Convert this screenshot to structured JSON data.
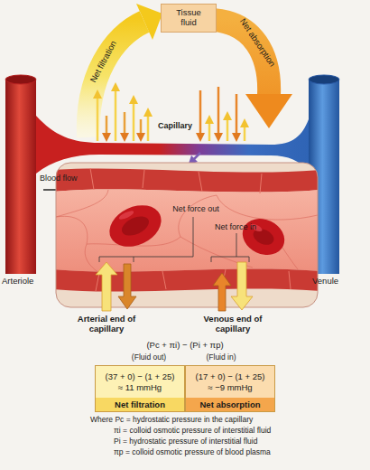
{
  "diagram": {
    "nodes": [
      {
        "text": [
          "Tissue fluid"
        ]
      },
      {
        "text": [
          "(37 + 0) − (1 + 25) ≈ 11 mmHg",
          "Net filtration"
        ]
      },
      {
        "text": [
          "(17 + 0) − (1 + 25) ≈ −9 mmHg",
          "Net absorption"
        ]
      }
    ],
    "labels": [
      "Net filtration",
      "Net absorption",
      "Capillary",
      "Blood flow",
      "Arteriole",
      "Venule",
      "Net force out",
      "Net force in",
      "Arterial end of capillary",
      "Venous end of capillary",
      "(Pc + πi) − (Pi + πp)",
      "(Fluid out)",
      "(Fluid in)",
      "Where Pc = hydrostatic pressure in the capillary",
      "πi = colloid osmotic pressure of interstitial fluid",
      "Pi = hydrostatic pressure of interstitial fluid",
      "πp = colloid osmotic pressure of blood plasma"
    ]
  }
}
